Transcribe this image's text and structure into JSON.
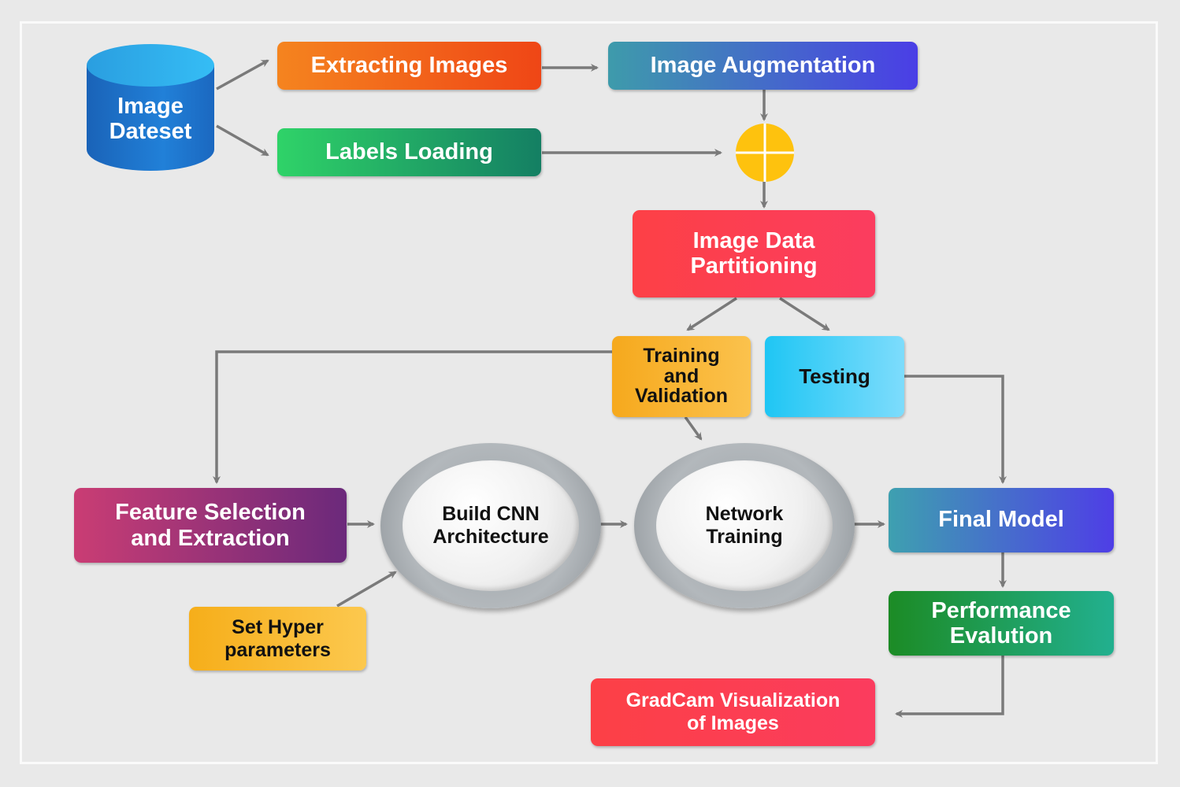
{
  "diagram": {
    "nodes": {
      "image_dataset": {
        "label_line1": "Image",
        "label_line2": "Dateset",
        "color_top": "#29a9ea",
        "color_body": "#1f73c9"
      },
      "extracting_images": {
        "label": "Extracting Images",
        "gradient": [
          "#f5841f",
          "#ef4616"
        ]
      },
      "labels_loading": {
        "label": "Labels Loading",
        "gradient": [
          "#2fd368",
          "#147f63"
        ]
      },
      "image_augmentation": {
        "label": "Image Augmentation",
        "gradient": [
          "#3e9bab",
          "#4a3ee6"
        ]
      },
      "merge_symbol": {
        "icon": "plus-circle",
        "color": "#fec20e"
      },
      "image_data_partitioning": {
        "label_line1": "Image Data",
        "label_line2": "Partitioning",
        "gradient": [
          "#fd4046",
          "#fb3d5f"
        ]
      },
      "training_validation": {
        "label_line1": "Training",
        "label_line2": "and",
        "label_line3": "Validation",
        "gradient": [
          "#f6a91d",
          "#fbc24d"
        ]
      },
      "testing": {
        "label": "Testing",
        "gradient": [
          "#1fc6f4",
          "#7ddcfc"
        ]
      },
      "feature_selection": {
        "label_line1": "Feature Selection",
        "label_line2": "and Extraction",
        "gradient": [
          "#ca3d74",
          "#6b297b"
        ]
      },
      "build_cnn": {
        "label_line1": "Build CNN",
        "label_line2": "Architecture"
      },
      "network_training": {
        "label_line1": "Network",
        "label_line2": "Training"
      },
      "set_hyper": {
        "label_line1": "Set Hyper",
        "label_line2": "parameters",
        "gradient": [
          "#f6ae1a",
          "#fcc84e"
        ]
      },
      "final_model": {
        "label": "Final Model",
        "gradient": [
          "#3ea0b0",
          "#4e3ee6"
        ]
      },
      "performance_evaluation": {
        "label_line1": "Performance",
        "label_line2": "Evalution",
        "gradient": [
          "#1c8b25",
          "#22b08f"
        ]
      },
      "gradcam": {
        "label_line1": "GradCam Visualization",
        "label_line2": "of Images",
        "gradient": [
          "#fc4046",
          "#fb3c5e"
        ]
      }
    },
    "edges": [
      {
        "from": "Image Dateset",
        "to": "Extracting Images"
      },
      {
        "from": "Image Dateset",
        "to": "Labels Loading"
      },
      {
        "from": "Extracting Images",
        "to": "Image Augmentation"
      },
      {
        "from": "Image Augmentation",
        "to": "merge"
      },
      {
        "from": "Labels Loading",
        "to": "merge"
      },
      {
        "from": "merge",
        "to": "Image Data Partitioning"
      },
      {
        "from": "Image Data Partitioning",
        "to": "Training and Validation"
      },
      {
        "from": "Image Data Partitioning",
        "to": "Testing"
      },
      {
        "from": "Training and Validation",
        "to": "Feature Selection and Extraction"
      },
      {
        "from": "Training and Validation",
        "to": "Network Training"
      },
      {
        "from": "Testing",
        "to": "Final Model"
      },
      {
        "from": "Feature Selection and Extraction",
        "to": "Build CNN Architecture"
      },
      {
        "from": "Set Hyper parameters",
        "to": "Build CNN Architecture"
      },
      {
        "from": "Build CNN Architecture",
        "to": "Network Training"
      },
      {
        "from": "Network Training",
        "to": "Final Model"
      },
      {
        "from": "Final Model",
        "to": "Performance Evalution"
      },
      {
        "from": "Performance Evalution",
        "to": "GradCam Visualization of Images"
      }
    ],
    "arrow_color": "#7a7a7a"
  }
}
